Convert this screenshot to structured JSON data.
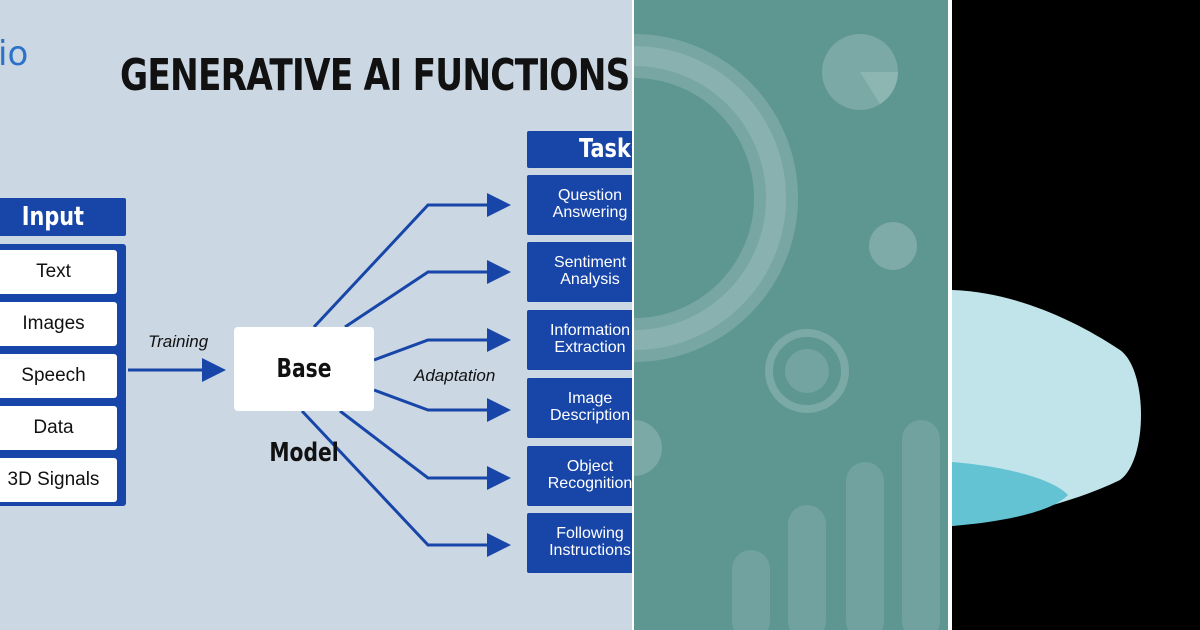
{
  "brand": "io",
  "title": "GENERATIVE AI FUNCTIONS",
  "input": {
    "header": "Input",
    "items": [
      "Text",
      "Images",
      "Speech",
      "Data",
      "3D Signals"
    ]
  },
  "training_label": "Training",
  "base_model": "Base Model",
  "adaptation_label": "Adaptation",
  "tasks": {
    "header": "Tasks",
    "items": [
      {
        "line1": "Question",
        "line2": "Answering"
      },
      {
        "line1": "Sentiment",
        "line2": "Analysis"
      },
      {
        "line1": "Information",
        "line2": "Extraction"
      },
      {
        "line1": "Image",
        "line2": "Description"
      },
      {
        "line1": "Object",
        "line2": "Recognition"
      },
      {
        "line1": "Following",
        "line2": "Instructions"
      }
    ]
  },
  "colors": {
    "slide_bg": "#ccd7e4",
    "accent_blue": "#1846a8",
    "teal_panel": "#5e9692",
    "light_cyan": "#c1e4ea",
    "cyan": "#63c3d2"
  }
}
